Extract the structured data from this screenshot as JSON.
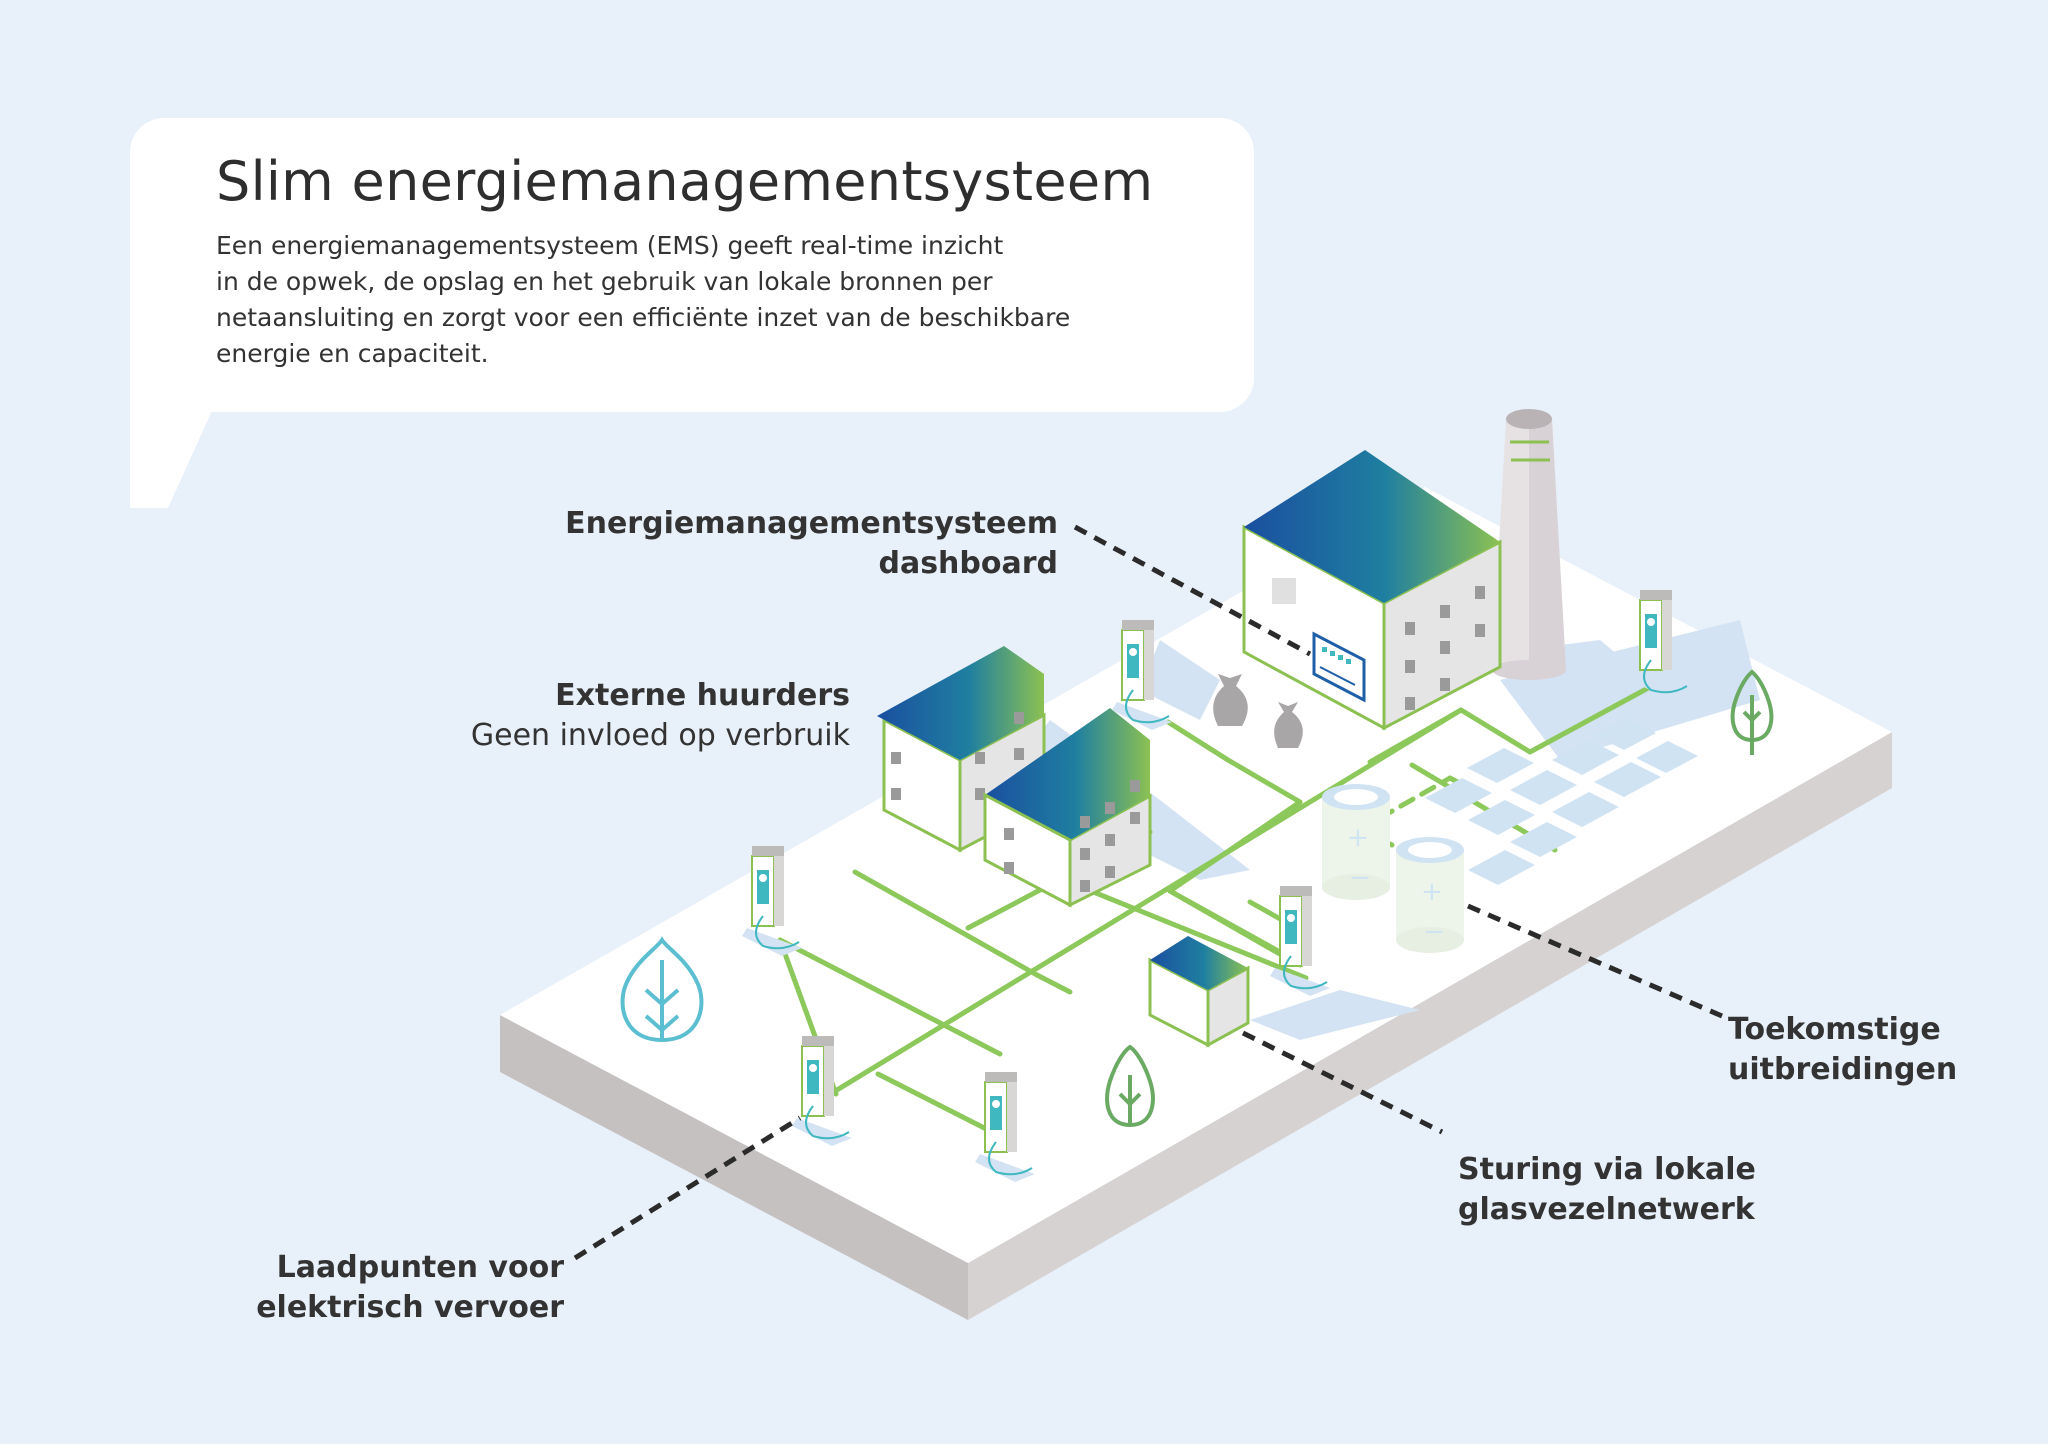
{
  "header": {
    "title": "Slim energiemanagementsysteem",
    "intro_lines": [
      "Een energiemanagementsysteem (EMS) geeft real-time inzicht",
      "in de opwek, de opslag en het gebruik van lokale bronnen per",
      "netaansluiting en zorgt voor een efficiënte inzet van de beschikbare",
      "energie en capaciteit."
    ]
  },
  "callouts": {
    "ems_dashboard": {
      "line1": "Energiemanagementsysteem",
      "line2": "dashboard"
    },
    "tenants": {
      "title": "Externe huurders",
      "subtitle": "Geen invloed op verbruik"
    },
    "future": {
      "line1": "Toekomstige",
      "line2": "uitbreidingen"
    },
    "fiber": {
      "line1": "Sturing via lokale",
      "line2": "glasvezelnetwerk"
    },
    "chargers": {
      "line1": "Laadpunten voor",
      "line2": "elektrisch vervoer"
    }
  },
  "colors": {
    "background": "#e8f0fa",
    "network_green": "#8cc85a",
    "building_blue": "#1f5fa8",
    "building_green": "#8cc152",
    "charger_teal": "#3fb8c0",
    "dashed_line": "#2b2b2b"
  }
}
